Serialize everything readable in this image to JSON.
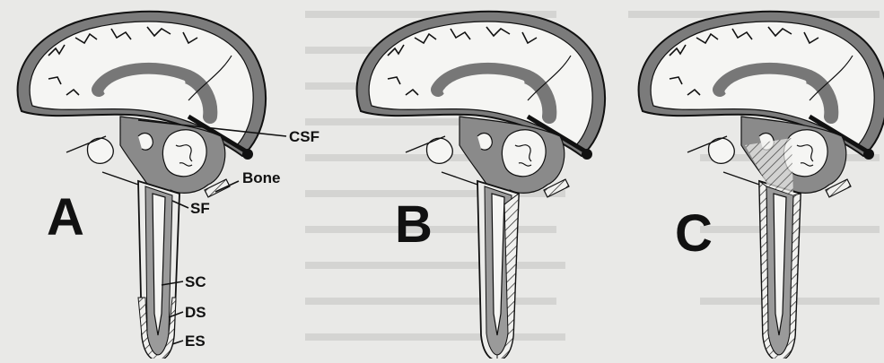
{
  "panels": [
    {
      "letter": "A"
    },
    {
      "letter": "B"
    },
    {
      "letter": "C"
    }
  ],
  "labels": {
    "csf": "CSF",
    "bone": "Bone",
    "sf": "SF",
    "sc": "SC",
    "ds": "DS",
    "es": "ES"
  },
  "colors": {
    "background": "#e9e9e7",
    "ink": "#111111",
    "brain_gray": "#7c7c7c",
    "csf_light": "#f4f4f2"
  }
}
